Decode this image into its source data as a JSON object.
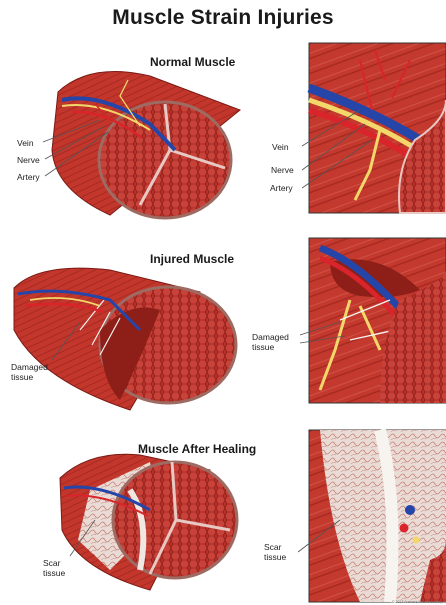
{
  "title": "Muscle Strain Injuries",
  "sections": {
    "normal": {
      "title": "Normal Muscle",
      "left_labels": [
        "Vein",
        "Nerve",
        "Artery"
      ],
      "right_labels": [
        "Vein",
        "Nerve",
        "Artery"
      ]
    },
    "injured": {
      "title": "Injured Muscle",
      "left_label": "Damaged\ntissue",
      "right_label": "Damaged\ntissue"
    },
    "healing": {
      "title": "Muscle After Healing",
      "left_label": "Scar\ntissue",
      "right_label": "Scar\ntissue"
    }
  },
  "credit": "© 2017 Ardmore Muscle Society",
  "colors": {
    "muscle": "#c2362b",
    "muscle_dark": "#8e1f18",
    "muscle_light": "#e07060",
    "vein": "#2546a8",
    "nerve": "#f2d86a",
    "artery": "#d8242a",
    "scar": "#efe7e1"
  }
}
